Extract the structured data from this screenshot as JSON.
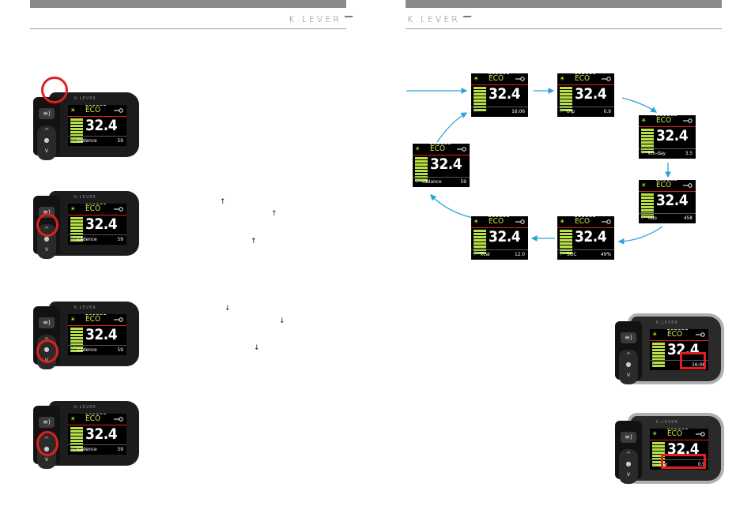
{
  "brand": "K.LEVER",
  "display": {
    "mode": "ECO",
    "speed": "32.4"
  },
  "left_devices": [
    {
      "label": "cadence",
      "value": "59"
    },
    {
      "label": "cadence",
      "value": "59"
    },
    {
      "label": "cadence",
      "value": "59"
    },
    {
      "label": "cadence",
      "value": "59"
    }
  ],
  "cycle": [
    {
      "label": "",
      "value": "16:06"
    },
    {
      "label": "trip",
      "value": "0.9"
    },
    {
      "label": "km-day",
      "value": "3.5"
    },
    {
      "label": "odo",
      "value": "458"
    },
    {
      "label": "SOC",
      "value": "49%"
    },
    {
      "label": "kcal",
      "value": "12.0"
    },
    {
      "label": "cadance",
      "value": "59"
    }
  ],
  "right_devices": [
    {
      "label": "",
      "value": "16:06"
    },
    {
      "label": "trip",
      "value": "0.9"
    }
  ],
  "arrow_up": "↑",
  "arrow_down": "↓"
}
